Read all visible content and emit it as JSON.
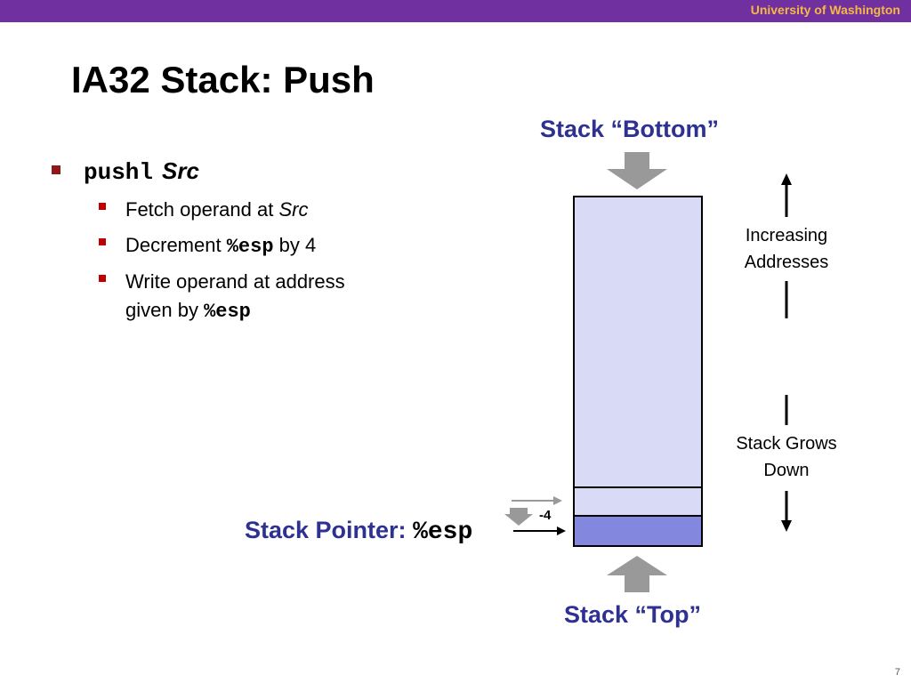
{
  "header": {
    "org": "University of Washington"
  },
  "slide": {
    "title": "IA32 Stack: Push",
    "main_bullet": {
      "instruction": "pushl",
      "operand": "Src"
    },
    "sub_bullets": [
      {
        "text": "Fetch operand at ",
        "italic": "Src"
      },
      {
        "text": "Decrement ",
        "code": "%esp",
        "after": " by 4"
      },
      {
        "text": "Write operand at address",
        "line2": "given by ",
        "code": "%esp"
      }
    ]
  },
  "diagram": {
    "stack_bottom_label": "Stack “Bottom”",
    "stack_top_label": "Stack “Top”",
    "stack_pointer_label": "Stack Pointer: ",
    "stack_pointer_reg": "%esp",
    "decrement_label": "-4",
    "increasing_label": [
      "Increasing",
      "Addresses"
    ],
    "grows_label": [
      "Stack Grows",
      "Down"
    ],
    "colors": {
      "stack_fill": "#d8daf6",
      "top_cell_fill": "#8387dd",
      "arrow_gray": "#999999"
    }
  },
  "footer": {
    "page_number": "7"
  }
}
